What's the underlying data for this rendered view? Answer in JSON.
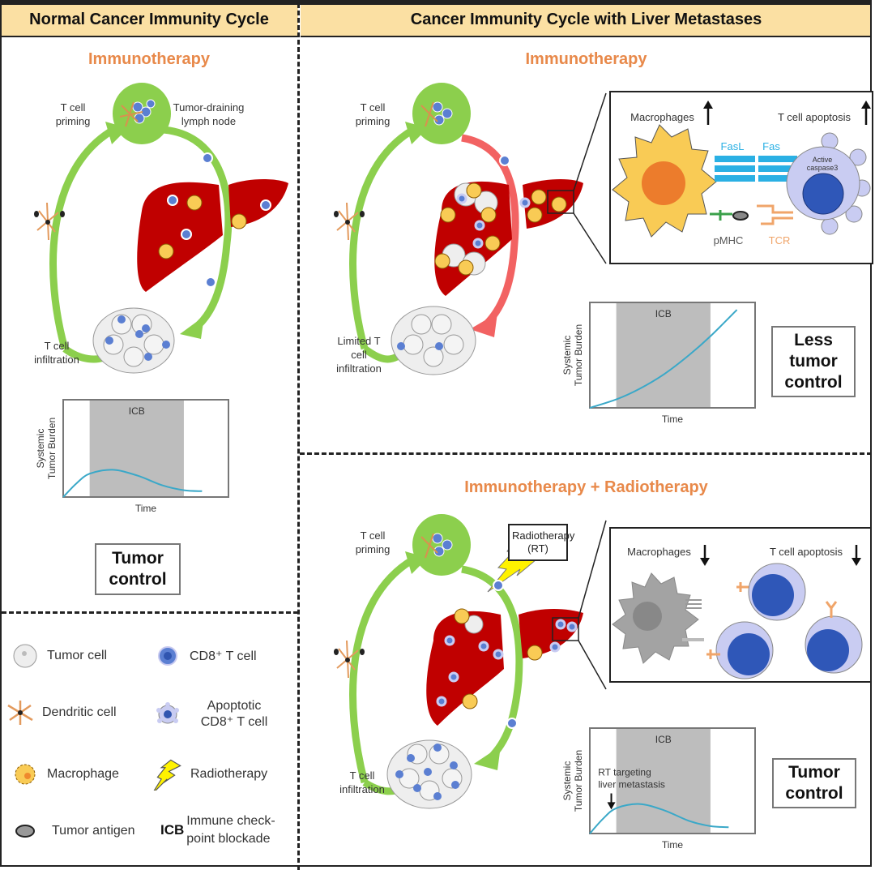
{
  "headers": {
    "left": "Normal Cancer Immunity Cycle",
    "right": "Cancer Immunity Cycle with Liver Metastases"
  },
  "panels": {
    "normal": {
      "title": "Immunotherapy",
      "labels": {
        "priming": "T cell priming",
        "lymph_node": "Tumor-draining lymph node",
        "infiltration": "T cell infiltration"
      },
      "outcome": "Tumor control"
    },
    "liver_mets": {
      "title": "Immunotherapy",
      "labels": {
        "priming": "T cell priming",
        "infiltration": "Limited T cell infiltration"
      },
      "inset": {
        "macrophages": "Macrophages",
        "macrophages_trend": "up",
        "apoptosis": "T cell apoptosis",
        "apoptosis_trend": "up",
        "fasl": "FasL",
        "fas": "Fas",
        "caspase": "Active caspase3",
        "pmhc": "pMHC",
        "tcr": "TCR"
      },
      "outcome": "Less tumor control"
    },
    "liver_mets_rt": {
      "title": "Immunotherapy + Radiotherapy",
      "labels": {
        "priming": "T cell priming",
        "infiltration": "T cell infiltration",
        "rt_box": "Radiotherapy (RT)"
      },
      "inset": {
        "macrophages": "Macrophages",
        "macrophages_trend": "down",
        "apoptosis": "T cell apoptosis",
        "apoptosis_trend": "down"
      },
      "outcome": "Tumor control"
    }
  },
  "legend": [
    {
      "icon": "tumor-cell-icon",
      "label": "Tumor cell"
    },
    {
      "icon": "cd8-t-cell-icon",
      "label": "CD8⁺ T cell"
    },
    {
      "icon": "dendritic-cell-icon",
      "label": "Dendritic cell"
    },
    {
      "icon": "apoptotic-t-cell-icon",
      "label": "Apoptotic CD8⁺ T cell"
    },
    {
      "icon": "macrophage-icon",
      "label": "Macrophage"
    },
    {
      "icon": "lightning-icon",
      "label": "Radiotherapy"
    },
    {
      "icon": "tumor-antigen-icon",
      "label": "Tumor antigen"
    },
    {
      "icon": "icb-text-icon",
      "label": "Immune check-point blockade",
      "abbr": "ICB"
    }
  ],
  "colors": {
    "header_bg": "#fbe0a3",
    "title_orange": "#e8894a",
    "liver_red": "#c00000",
    "arrow_green": "#8ccf4d",
    "arrow_red": "#f26262",
    "curve_blue": "#3aa8c8",
    "icb_gray": "#bdbdbd",
    "t_cell_blue": "#3d66c4",
    "macrophage_yellow": "#f9cb55"
  },
  "chart_data": [
    {
      "type": "line",
      "id": "normal",
      "title": "",
      "xlabel": "Time",
      "ylabel": "Systemic Tumor Burden",
      "shaded_region": {
        "label": "ICB",
        "x": [
          0.16,
          0.73
        ]
      },
      "xlim": [
        0,
        1
      ],
      "ylim": [
        0,
        1
      ],
      "x": [
        0,
        0.08,
        0.16,
        0.3,
        0.45,
        0.6,
        0.73,
        0.84
      ],
      "values": [
        0,
        0.14,
        0.24,
        0.28,
        0.22,
        0.12,
        0.07,
        0.06
      ]
    },
    {
      "type": "line",
      "id": "liver_mets",
      "title": "",
      "xlabel": "Time",
      "ylabel": "Systemic Tumor Burden",
      "shaded_region": {
        "label": "ICB",
        "x": [
          0.16,
          0.73
        ]
      },
      "xlim": [
        0,
        1
      ],
      "ylim": [
        0,
        1
      ],
      "x": [
        0,
        0.16,
        0.3,
        0.45,
        0.6,
        0.73,
        0.89
      ],
      "values": [
        0,
        0.08,
        0.18,
        0.32,
        0.5,
        0.68,
        0.93
      ]
    },
    {
      "type": "line",
      "id": "liver_mets_rt",
      "title": "",
      "xlabel": "Time",
      "ylabel": "Systemic Tumor Burden",
      "shaded_region": {
        "label": "ICB",
        "x": [
          0.16,
          0.73
        ]
      },
      "annotation": {
        "label": "RT targeting liver metastasis",
        "x": 0.13
      },
      "xlim": [
        0,
        1
      ],
      "ylim": [
        0,
        1
      ],
      "x": [
        0,
        0.08,
        0.16,
        0.3,
        0.45,
        0.6,
        0.73,
        0.84
      ],
      "values": [
        0,
        0.14,
        0.24,
        0.28,
        0.22,
        0.12,
        0.07,
        0.06
      ]
    }
  ]
}
